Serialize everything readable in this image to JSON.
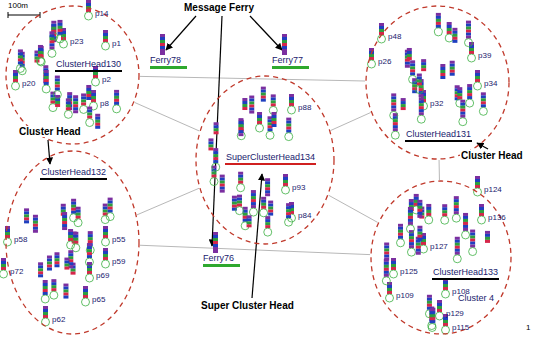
{
  "diagram": {
    "nodes": [
      {
        "text": [
          "ClusterHead130"
        ]
      },
      {
        "text": [
          "ClusterHead131"
        ]
      },
      {
        "text": [
          "SuperClusterHead134"
        ]
      },
      {
        "text": [
          "ClusterHead132"
        ]
      },
      {
        "text": [
          "ClusterHead133",
          "Cluster 4"
        ]
      }
    ],
    "edges": [
      {
        "from": 0,
        "to": 1,
        "arrow": "none"
      },
      {
        "from": 0,
        "to": 2,
        "arrow": "none"
      },
      {
        "from": 1,
        "to": 2,
        "arrow": "none"
      },
      {
        "from": 3,
        "to": 2,
        "arrow": "none"
      },
      {
        "from": 4,
        "to": 2,
        "arrow": "none"
      },
      {
        "from": 3,
        "to": 4,
        "arrow": "none"
      },
      {
        "from": 1,
        "to": 4,
        "arrow": "none"
      }
    ],
    "labels": [
      "100m",
      "Message Ferry",
      "Ferry78",
      "Ferry77",
      "Ferry76",
      "Cluster Head",
      "Cluster Head",
      "Super Cluster Head",
      "p14",
      "p23",
      "p1",
      "p20",
      "p2",
      "p8",
      "p48",
      "p26",
      "p39",
      "p34",
      "p32",
      "p88",
      "p93",
      "p84",
      "p58",
      "p55",
      "p59",
      "p72",
      "p69",
      "p65",
      "p62",
      "p124",
      "p136",
      "p127",
      "p125",
      "p109",
      "p108",
      "p129",
      "p115",
      "1"
    ]
  }
}
